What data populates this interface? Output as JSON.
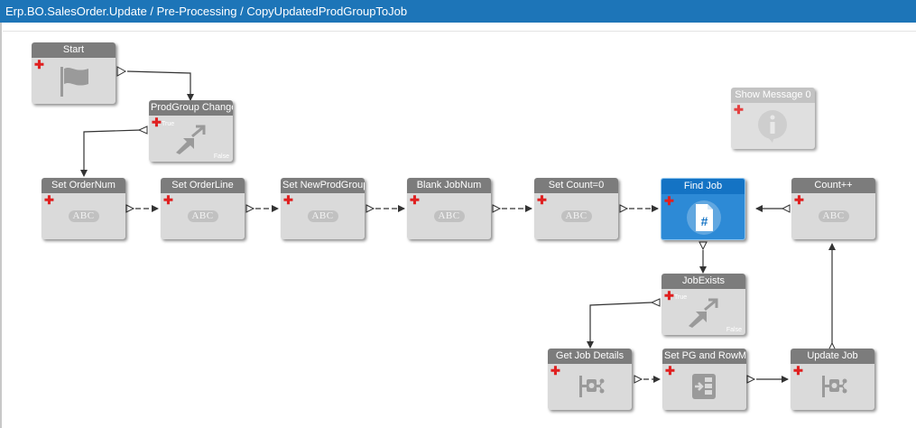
{
  "title_bar": {
    "text": "Erp.BO.SalesOrder.Update / Pre-Processing / CopyUpdatedProdGroupToJob"
  },
  "nodes": {
    "start": {
      "label": "Start",
      "icon": "flag-icon"
    },
    "prodgroup_changed": {
      "label": "ProdGroup Changed",
      "true_label": "True",
      "false_label": "False",
      "icon": "condition-icon"
    },
    "show_message": {
      "label": "Show Message 0",
      "icon": "info-icon"
    },
    "set_ordernum": {
      "label": "Set OrderNum",
      "badge": "ABC"
    },
    "set_orderline": {
      "label": "Set OrderLine",
      "badge": "ABC"
    },
    "set_newprodgroup": {
      "label": "Set NewProdGroup",
      "badge": "ABC"
    },
    "blank_jobnum": {
      "label": "Blank JobNum",
      "badge": "ABC"
    },
    "set_count": {
      "label": "Set Count=0",
      "badge": "ABC"
    },
    "find_job": {
      "label": "Find Job",
      "icon": "hash-document-icon"
    },
    "count_pp": {
      "label": "Count++",
      "badge": "ABC"
    },
    "jobexists": {
      "label": "JobExists",
      "true_label": "True",
      "false_label": "False",
      "icon": "condition-icon"
    },
    "get_job_details": {
      "label": "Get Job Details",
      "icon": "method-call-icon"
    },
    "set_pg_rowmod": {
      "label": "Set PG and RowMod",
      "icon": "table-set-icon"
    },
    "update_job": {
      "label": "Update Job",
      "icon": "method-call-icon"
    }
  },
  "colors": {
    "title_bar": "#1d75b8",
    "node_header": "#7c7c7c",
    "node_body": "#dadada",
    "selected": "#2d8ad6",
    "add_marker": "#e02020"
  }
}
